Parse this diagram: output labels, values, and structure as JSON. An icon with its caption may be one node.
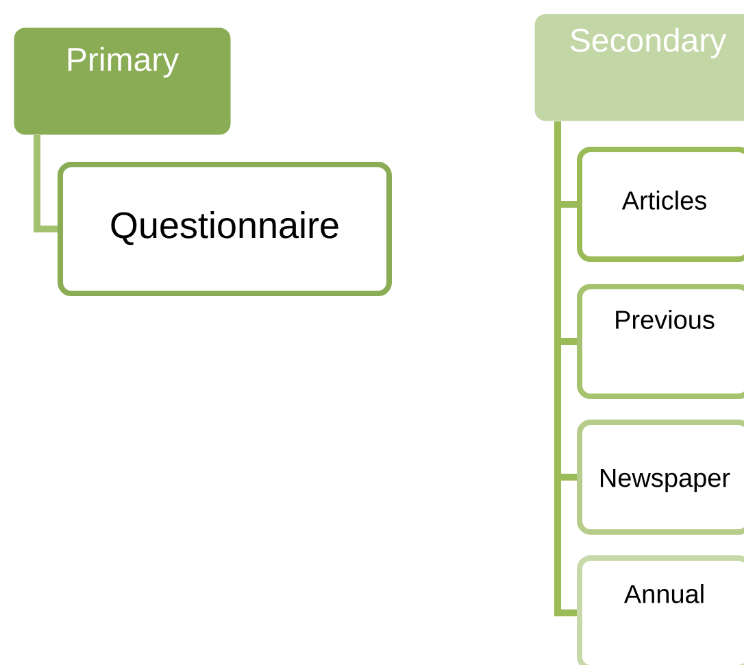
{
  "diagram": {
    "nodes": [
      {
        "text": [
          "Primary"
        ]
      },
      {
        "text": [
          "Questionnaire"
        ]
      },
      {
        "text": [
          "Secondary"
        ]
      },
      {
        "text": [
          "Articles"
        ]
      },
      {
        "text": [
          "Previous"
        ]
      },
      {
        "text": [
          "Newspaper"
        ]
      },
      {
        "text": [
          "Annual"
        ]
      }
    ],
    "edges": [
      {
        "from": 0,
        "to": 1,
        "arrow": "none"
      },
      {
        "from": 2,
        "to": 3,
        "arrow": "none"
      },
      {
        "from": 2,
        "to": 4,
        "arrow": "none"
      },
      {
        "from": 2,
        "to": 5,
        "arrow": "none"
      },
      {
        "from": 2,
        "to": 6,
        "arrow": "none"
      }
    ]
  }
}
